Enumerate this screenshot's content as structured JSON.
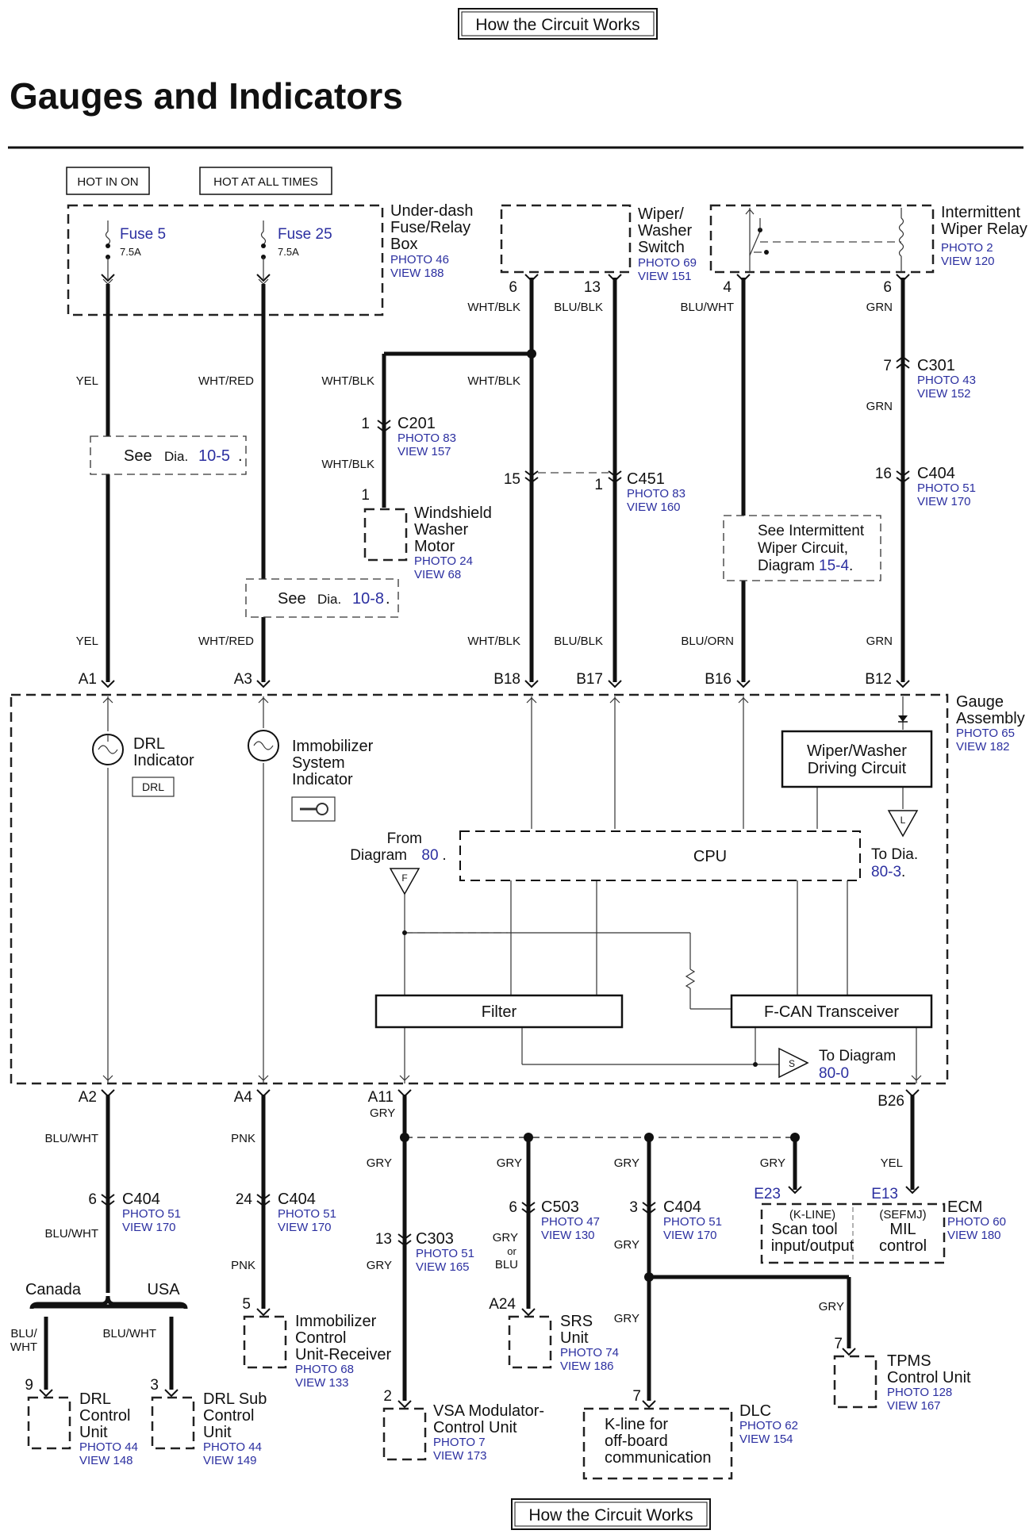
{
  "nav": {
    "top_button": "How the Circuit Works",
    "bottom_button": "How the Circuit Works"
  },
  "title": "Gauges and Indicators",
  "power": {
    "hot_in_on": "HOT IN ON",
    "hot_at_all_times": "HOT AT ALL TIMES",
    "fuse_box": [
      "Under-dash",
      "Fuse/Relay",
      "Box"
    ],
    "fuse_box_photo": "PHOTO 46",
    "fuse_box_view": "VIEW 188",
    "fuse5": "Fuse 5",
    "fuse5_rating": "7.5A",
    "fuse25": "Fuse 25",
    "fuse25_rating": "7.5A"
  },
  "wiper_switch": {
    "name": [
      "Wiper/",
      "Washer",
      "Switch"
    ],
    "photo": "PHOTO 69",
    "view": "VIEW 151",
    "pin1": "6",
    "pin2": "13"
  },
  "wiper_relay": {
    "name": [
      "Intermittent",
      "Wiper Relay"
    ],
    "photo": "PHOTO 2",
    "view": "VIEW 120",
    "pin1": "4",
    "pin2": "6"
  },
  "wires": {
    "yel": "YEL",
    "wht_red": "WHT/RED",
    "wht_blk": "WHT/BLK",
    "blu_blk": "BLU/BLK",
    "blu_wht": "BLU/WHT",
    "grn": "GRN",
    "blu_orn": "BLU/ORN",
    "pnk": "PNK",
    "gry": "GRY",
    "gry_or_blu": [
      "GRY",
      "or",
      "BLU"
    ],
    "blu_wht_stack": [
      "BLU/",
      "WHT"
    ]
  },
  "see_refs": {
    "dia_10_5": {
      "see": "See",
      "dia": "Dia.",
      "num": "10-5",
      "dot": "."
    },
    "dia_10_8": {
      "see": "See",
      "dia": "Dia.",
      "num": "10-8",
      "dot": "."
    },
    "intermittent": {
      "lines": [
        "See Intermittent",
        "Wiper Circuit,"
      ],
      "diagram": "Diagram",
      "num": "15-4",
      "dot": "."
    }
  },
  "connectors": {
    "c201": {
      "name": "C201",
      "photo": "PHOTO 83",
      "view": "VIEW 157",
      "pin": "1"
    },
    "c451": {
      "name": "C451",
      "photo": "PHOTO 83",
      "view": "VIEW 160",
      "pin_left": "15",
      "pin_right": "1"
    },
    "c301": {
      "name": "C301",
      "photo": "PHOTO 43",
      "view": "VIEW 152",
      "pin": "7"
    },
    "c404_top": {
      "name": "C404",
      "photo": "PHOTO 51",
      "view": "VIEW 170",
      "pin": "16"
    },
    "c404_a": {
      "name": "C404",
      "photo": "PHOTO 51",
      "view": "VIEW 170",
      "pin": "6"
    },
    "c404_b": {
      "name": "C404",
      "photo": "PHOTO 51",
      "view": "VIEW 170",
      "pin": "24"
    },
    "c303": {
      "name": "C303",
      "photo": "PHOTO 51",
      "view": "VIEW 165",
      "pin": "13"
    },
    "c503": {
      "name": "C503",
      "photo": "PHOTO 47",
      "view": "VIEW 130",
      "pin": "6"
    },
    "c404_c": {
      "name": "C404",
      "photo": "PHOTO 51",
      "view": "VIEW 170",
      "pin": "3"
    }
  },
  "washer_motor": {
    "name": [
      "Windshield",
      "Washer",
      "Motor"
    ],
    "photo": "PHOTO 24",
    "view": "VIEW 68",
    "pin": "1"
  },
  "gauge": {
    "name": [
      "Gauge",
      "Assembly"
    ],
    "photo": "PHOTO 65",
    "view": "VIEW 182",
    "pins_top": [
      "A1",
      "A3",
      "B18",
      "B17",
      "B16",
      "B12"
    ],
    "pins_bottom": [
      "A2",
      "A4",
      "A11",
      "B26"
    ],
    "drl_indicator": [
      "DRL",
      "Indicator"
    ],
    "drl_badge": "DRL",
    "immobilizer_indicator": [
      "Immobilizer",
      "System",
      "Indicator"
    ],
    "wiper_driving": [
      "Wiper/Washer",
      "Driving Circuit"
    ],
    "cpu": "CPU",
    "filter": "Filter",
    "fcan": "F-CAN Transceiver",
    "from_diagram": "From",
    "from_diagram2": "Diagram",
    "from_num": "80",
    "from_dot": ".",
    "to_dia": "To Dia.",
    "to_dia_num": "80-3",
    "to_dia_dot": ".",
    "to_diagram": "To Diagram",
    "to_diagram_num": "80-0",
    "flag_f": "F",
    "flag_l": "L",
    "flag_s": "S"
  },
  "bottom": {
    "canada": "Canada",
    "usa": "USA",
    "drl_control": {
      "name": [
        "DRL",
        "Control",
        "Unit"
      ],
      "photo": "PHOTO 44",
      "view": "VIEW 148",
      "pin": "9"
    },
    "drl_sub": {
      "name": [
        "DRL Sub",
        "Control",
        "Unit"
      ],
      "photo": "PHOTO 44",
      "view": "VIEW 149",
      "pin": "3"
    },
    "immob_unit": {
      "name": [
        "Immobilizer",
        "Control",
        "Unit-Receiver"
      ],
      "photo": "PHOTO 68",
      "view": "VIEW 133",
      "pin": "5"
    },
    "vsa": {
      "name": [
        "VSA Modulator-",
        "Control Unit"
      ],
      "photo": "PHOTO 7",
      "view": "VIEW 173",
      "pin": "2"
    },
    "srs": {
      "name": [
        "SRS",
        "Unit"
      ],
      "photo": "PHOTO 74",
      "view": "VIEW 186",
      "pin": "A24"
    },
    "dlc": {
      "name": "DLC",
      "inner": [
        "K-line for",
        "off-board",
        "communication"
      ],
      "photo": "PHOTO 62",
      "view": "VIEW 154",
      "pin": "7"
    },
    "tpms": {
      "name": [
        "TPMS",
        "Control Unit"
      ],
      "photo": "PHOTO 128",
      "view": "VIEW 167",
      "pin": "7"
    },
    "ecm": {
      "name": "ECM",
      "photo": "PHOTO 60",
      "view": "VIEW 180",
      "e23": "E23",
      "e13": "E13",
      "kline": "(K-LINE)",
      "sefmj": "(SEFMJ)",
      "scan": [
        "Scan tool",
        "input/output"
      ],
      "mil": [
        "MIL",
        "control"
      ]
    }
  }
}
